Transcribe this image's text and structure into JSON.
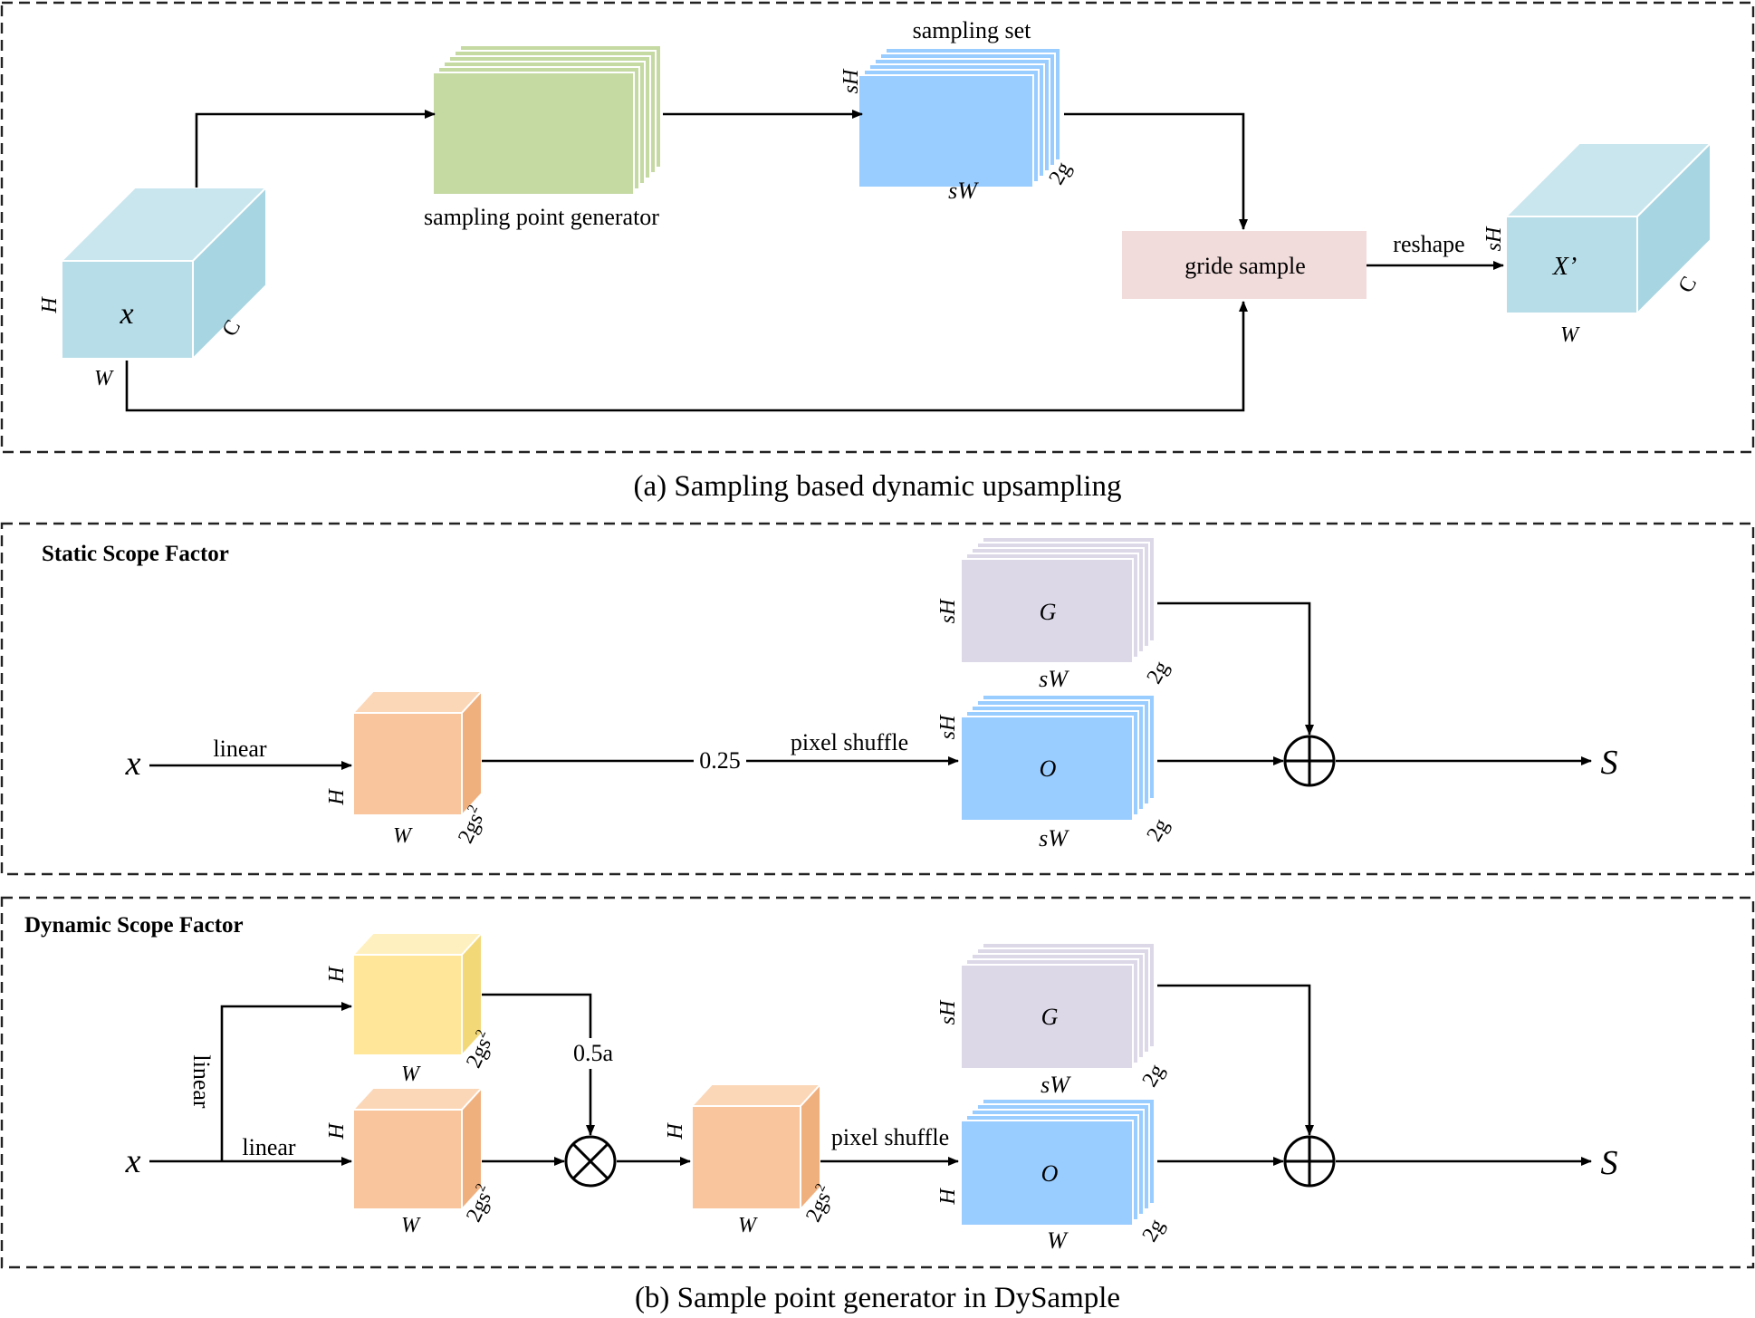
{
  "colors": {
    "cube_blue": "#b6dde8",
    "stack_green": "#c5d9a3",
    "stack_blue": "#99ccff",
    "stack_lilac": "#ddd8e8",
    "block_orange": "#f8c59c",
    "block_yellow": "#ffe699",
    "grid_box_pink": "#f2dcdb",
    "line": "#000000"
  },
  "panel_a": {
    "caption": "(a) Sampling based dynamic upsampling",
    "input_cube": {
      "label": "x",
      "height": "H",
      "width": "W",
      "channels": "C"
    },
    "generator_label": "sampling point generator",
    "sampling_set": {
      "title": "sampling set",
      "height": "sH",
      "width": "sW",
      "depth": "2g"
    },
    "grid_sample_label": "gride sample",
    "reshape_label": "reshape",
    "output_cube": {
      "label": "X’",
      "height": "sH",
      "width": "W",
      "channels": "C"
    }
  },
  "panel_static": {
    "title": "Static Scope Factor",
    "input": "x",
    "linear_label": "linear",
    "block": {
      "height": "H",
      "width": "W",
      "depth": "2gs",
      "depth_sup": "2"
    },
    "factor_label": "0.25",
    "pixel_shuffle_label": "pixel shuffle",
    "g_stack": {
      "label": "G",
      "height": "sH",
      "width": "sW",
      "depth": "2g"
    },
    "o_stack": {
      "label": "O",
      "height": "sH",
      "width": "sW",
      "depth": "2g"
    },
    "output": "S"
  },
  "panel_dynamic": {
    "title": "Dynamic Scope Factor",
    "input": "x",
    "linear_vertical_label": "linear",
    "linear_label": "linear",
    "yellow_block": {
      "height": "H",
      "width": "W",
      "depth": "2gs",
      "depth_sup": "2"
    },
    "orange_block": {
      "height": "H",
      "width": "W",
      "depth": "2gs",
      "depth_sup": "2"
    },
    "factor_label": "0.5a",
    "product_block": {
      "height": "H",
      "width": "W",
      "depth": "2gs",
      "depth_sup": "2"
    },
    "pixel_shuffle_label": "pixel shuffle",
    "g_stack": {
      "label": "G",
      "height": "sH",
      "width": "sW",
      "depth": "2g"
    },
    "o_stack": {
      "label": "O",
      "height": "H",
      "width": "W",
      "depth": "2g"
    },
    "output": "S"
  },
  "caption_b": "(b) Sample point generator in DySample"
}
